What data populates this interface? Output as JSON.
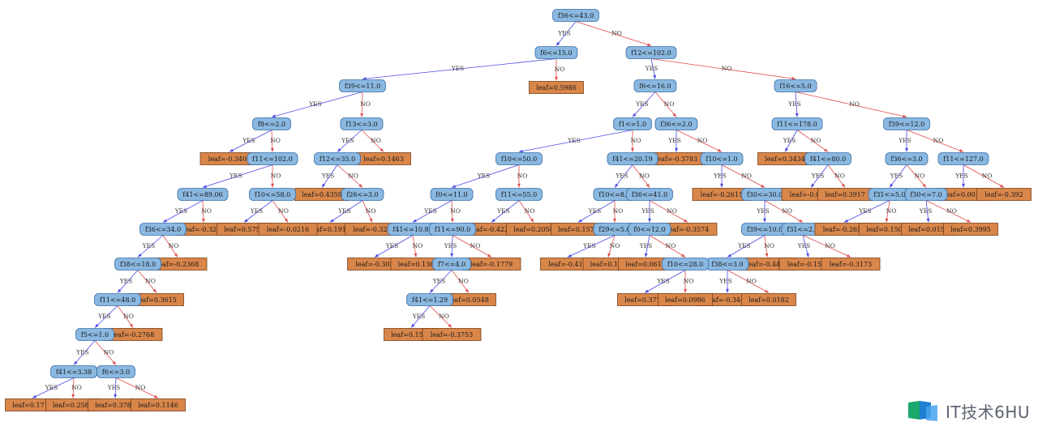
{
  "colors": {
    "split_fill": "#8ab8e0",
    "split_stroke": "#3a6fa8",
    "leaf_fill": "#d9864a",
    "leaf_stroke": "#7a4018",
    "yes_edge": "#4a4ae6",
    "no_edge": "#e04a4a"
  },
  "edge_labels": {
    "yes": "YES",
    "no": "NO"
  },
  "tree": {
    "root": {
      "type": "split",
      "label": "f36<=43.0",
      "yes": "n1",
      "no": "n2"
    },
    "n1": {
      "type": "split",
      "label": "f6<=15.0",
      "yes": "n3",
      "no": "l1"
    },
    "l1": {
      "type": "leaf",
      "label": "leaf=0.5986"
    },
    "n2": {
      "type": "split",
      "label": "f12<=102.0",
      "yes": "n4",
      "no": "n5"
    },
    "n3": {
      "type": "split",
      "label": "f39<=11.0",
      "yes": "n6",
      "no": "n7"
    },
    "n4": {
      "type": "split",
      "label": "f6<=16.0",
      "yes": "n8",
      "no": "n9"
    },
    "n5": {
      "type": "split",
      "label": "f16<=5.0",
      "yes": "n10",
      "no": "n11"
    },
    "n6": {
      "type": "split",
      "label": "f8<=2.0",
      "yes": "l2",
      "no": "n12"
    },
    "l2": {
      "type": "leaf",
      "label": "leaf=-0.3408"
    },
    "n12": {
      "type": "split",
      "label": "f11<=102.0",
      "yes": "n13",
      "no": "n14"
    },
    "n7": {
      "type": "split",
      "label": "f13<=3.0",
      "yes": "n15",
      "no": "l3"
    },
    "l3": {
      "type": "leaf",
      "label": "leaf=0.1463"
    },
    "n15": {
      "type": "split",
      "label": "f12<=35.0",
      "yes": "l4",
      "no": "n16"
    },
    "l4": {
      "type": "leaf",
      "label": "leaf=0.4359"
    },
    "n16": {
      "type": "split",
      "label": "f26<=3.0",
      "yes": "l5",
      "no": "l6"
    },
    "l5": {
      "type": "leaf",
      "label": "leaf=0.1911"
    },
    "l6": {
      "type": "leaf",
      "label": "leaf=-0.325"
    },
    "n13": {
      "type": "split",
      "label": "f41<=89.06",
      "yes": "n17",
      "no": "l7"
    },
    "l7": {
      "type": "leaf",
      "label": "leaf=-0.3282"
    },
    "n14": {
      "type": "split",
      "label": "f10<=58.0",
      "yes": "l8",
      "no": "l9"
    },
    "l8": {
      "type": "leaf",
      "label": "leaf=0.5751"
    },
    "l9": {
      "type": "leaf",
      "label": "leaf=-0.0216"
    },
    "n17": {
      "type": "split",
      "label": "f36<=34.0",
      "yes": "n18",
      "no": "l10"
    },
    "l10": {
      "type": "leaf",
      "label": "leaf=-0.2368"
    },
    "n18": {
      "type": "split",
      "label": "f38<=18.0",
      "yes": "n19",
      "no": "l11"
    },
    "l11": {
      "type": "leaf",
      "label": "leaf=0.3615"
    },
    "n19": {
      "type": "split",
      "label": "f11<=48.0",
      "yes": "n20",
      "no": "l12"
    },
    "l12": {
      "type": "leaf",
      "label": "leaf=-0.2768"
    },
    "n20": {
      "type": "split",
      "label": "f5<=1.0",
      "yes": "n21",
      "no": "n22"
    },
    "n21": {
      "type": "split",
      "label": "f41<=3.38",
      "yes": "l13",
      "no": "l14"
    },
    "l13": {
      "type": "leaf",
      "label": "leaf=0.1719"
    },
    "l14": {
      "type": "leaf",
      "label": "leaf=0.2587"
    },
    "n22": {
      "type": "split",
      "label": "f6<=3.0",
      "yes": "l15",
      "no": "l16"
    },
    "l15": {
      "type": "leaf",
      "label": "leaf=0.3784"
    },
    "l16": {
      "type": "leaf",
      "label": "leaf=0.1146"
    },
    "n8": {
      "type": "split",
      "label": "f1<=1.0",
      "yes": "n23",
      "no": "n24"
    },
    "n9": {
      "type": "split",
      "label": "f36<=2.0",
      "yes": "l17",
      "no": "n25"
    },
    "l17": {
      "type": "leaf",
      "label": "leaf=-0.3783"
    },
    "n25": {
      "type": "split",
      "label": "f10<=1.0",
      "yes": "l18",
      "no": "n26"
    },
    "l18": {
      "type": "leaf",
      "label": "leaf=-0.2615"
    },
    "n26": {
      "type": "split",
      "label": "f30<=30.0",
      "yes": "n27",
      "no": "n28"
    },
    "n27": {
      "type": "split",
      "label": "f39<=10.0",
      "yes": "n29",
      "no": "l19"
    },
    "l19": {
      "type": "leaf",
      "label": "leaf=-0.4463"
    },
    "n29": {
      "type": "split",
      "label": "f38<=3.0",
      "yes": "l20",
      "no": "l21"
    },
    "l20": {
      "type": "leaf",
      "label": "leaf=-0.3442"
    },
    "l21": {
      "type": "leaf",
      "label": "leaf=0.0182"
    },
    "n28": {
      "type": "split",
      "label": "f31<=2.0",
      "yes": "l22",
      "no": "l23"
    },
    "l22": {
      "type": "leaf",
      "label": "leaf=-0.1562"
    },
    "l23": {
      "type": "leaf",
      "label": "leaf=-0.3173"
    },
    "n23": {
      "type": "split",
      "label": "f10<=50.0",
      "yes": "n30",
      "no": "n31"
    },
    "n24": {
      "type": "split",
      "label": "f41<=20.19",
      "yes": "n32",
      "no": "n33"
    },
    "n30": {
      "type": "split",
      "label": "f0<=11.0",
      "yes": "n34",
      "no": "n35"
    },
    "n31": {
      "type": "split",
      "label": "f11<=55.0",
      "yes": "l24",
      "no": "l25"
    },
    "l24": {
      "type": "leaf",
      "label": "leaf=-0.4229"
    },
    "l25": {
      "type": "leaf",
      "label": "leaf=0.2058"
    },
    "n34": {
      "type": "split",
      "label": "f41<=10.89",
      "yes": "l26",
      "no": "l27"
    },
    "l26": {
      "type": "leaf",
      "label": "leaf=-0.308"
    },
    "l27": {
      "type": "leaf",
      "label": "leaf=0.136"
    },
    "n35": {
      "type": "split",
      "label": "f11<=90.0",
      "yes": "n36",
      "no": "l28"
    },
    "l28": {
      "type": "leaf",
      "label": "leaf=-0.1779"
    },
    "n36": {
      "type": "split",
      "label": "f7<=4.0",
      "yes": "n37",
      "no": "l29"
    },
    "l29": {
      "type": "leaf",
      "label": "leaf=0.0548"
    },
    "n37": {
      "type": "split",
      "label": "f41<=1.29",
      "yes": "l30",
      "no": "l31"
    },
    "l30": {
      "type": "leaf",
      "label": "leaf=0.1524"
    },
    "l31": {
      "type": "leaf",
      "label": "leaf=-0.3753"
    },
    "n32": {
      "type": "split",
      "label": "f10<=8.0",
      "yes": "l32",
      "no": "n38"
    },
    "l32": {
      "type": "leaf",
      "label": "leaf=0.1579"
    },
    "n38": {
      "type": "split",
      "label": "f29<=5.0",
      "yes": "l33",
      "no": "l34"
    },
    "l33": {
      "type": "leaf",
      "label": "leaf=-0.411"
    },
    "l34": {
      "type": "leaf",
      "label": "leaf=0.114"
    },
    "n33": {
      "type": "split",
      "label": "f36<=41.0",
      "yes": "n39",
      "no": "l35"
    },
    "l35": {
      "type": "leaf",
      "label": "leaf=-0.3574"
    },
    "n39": {
      "type": "split",
      "label": "f0<=12.0",
      "yes": "l36",
      "no": "n40"
    },
    "l36": {
      "type": "leaf",
      "label": "leaf=0.0614"
    },
    "n40": {
      "type": "split",
      "label": "f10<=28.0",
      "yes": "l37",
      "no": "l38"
    },
    "l37": {
      "type": "leaf",
      "label": "leaf=0.3776"
    },
    "l38": {
      "type": "leaf",
      "label": "leaf=0.0986"
    },
    "n10": {
      "type": "split",
      "label": "f11<=178.0",
      "yes": "l39",
      "no": "n41"
    },
    "l39": {
      "type": "leaf",
      "label": "leaf=0.3434"
    },
    "n41": {
      "type": "split",
      "label": "f41<=80.0",
      "yes": "l40",
      "no": "l41"
    },
    "l40": {
      "type": "leaf",
      "label": "leaf=-0.0705"
    },
    "l41": {
      "type": "leaf",
      "label": "leaf=0.3917"
    },
    "n11": {
      "type": "split",
      "label": "f39<=12.0",
      "yes": "n42",
      "no": "n43"
    },
    "n42": {
      "type": "split",
      "label": "f36<=3.0",
      "yes": "n44",
      "no": "n45"
    },
    "n43": {
      "type": "split",
      "label": "f11<=127.0",
      "yes": "l42",
      "no": "l43"
    },
    "l42": {
      "type": "leaf",
      "label": "leaf=0.0015"
    },
    "l43": {
      "type": "leaf",
      "label": "leaf=-0.392"
    },
    "n44": {
      "type": "split",
      "label": "f31<=5.0",
      "yes": "l44",
      "no": "l45"
    },
    "l44": {
      "type": "leaf",
      "label": "leaf=-0.2651"
    },
    "l45": {
      "type": "leaf",
      "label": "leaf=0.1505"
    },
    "n45": {
      "type": "split",
      "label": "f30<=7.0",
      "yes": "l46",
      "no": "l47"
    },
    "l46": {
      "type": "leaf",
      "label": "leaf=0.0152"
    },
    "l47": {
      "type": "leaf",
      "label": "leaf=0.3995"
    }
  },
  "watermark": {
    "text": "IT技术6HU"
  }
}
